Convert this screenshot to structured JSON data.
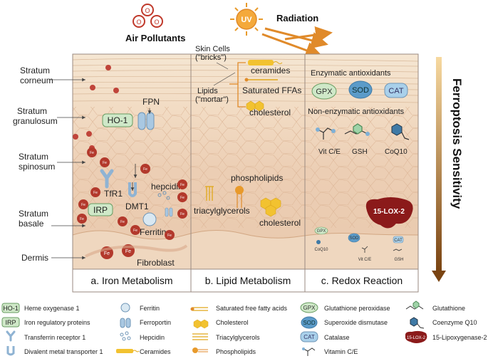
{
  "top": {
    "air_pollutants": "Air Pollutants",
    "o3_letter": "O",
    "uv": "UV",
    "radiation": "Radiation"
  },
  "layers": {
    "stratum_corneum": [
      "Stratum",
      "corneum"
    ],
    "stratum_granulosum": [
      "Stratum",
      "granulosum"
    ],
    "stratum_spinosum": [
      "Stratum",
      "spinosum"
    ],
    "stratum_basale": [
      "Stratum",
      "basale"
    ],
    "dermis": "Dermis"
  },
  "iron": {
    "fpn": "FPN",
    "ho1": "HO-1",
    "fe": "Fe",
    "tfr1": "TfR1",
    "irp": "IRP",
    "dmt1": "DMT1",
    "hepcidin": "hepcidin",
    "ferritin": "Ferritin",
    "fibroblast": "Fibroblast"
  },
  "lipid": {
    "skin_cells": [
      "Skin Cells",
      "(\"bricks\")"
    ],
    "lipids": [
      "Lipids",
      "(\"mortar\")"
    ],
    "ceramides": "ceramides",
    "saturated_ffas": "Saturated FFAs",
    "cholesterol": "cholesterol",
    "phospholipids": "phospholipids",
    "triacylglycerols": "triacylglycerols",
    "cholesterol2": "cholesterol"
  },
  "redox": {
    "enzymatic": "Enzymatic antioxidants",
    "gpx": "GPX",
    "sod": "SOD",
    "cat": "CAT",
    "non_enzymatic": "Non-enzymatic antioxidants",
    "vitce": "Vit C/E",
    "gsh": "GSH",
    "coq10": "CoQ10",
    "lox": "15-LOX-2",
    "small_gpx": "GPX",
    "small_sod": "SOD",
    "small_cat": "CAT",
    "small_coq10": "CoQ10",
    "small_vitce": "Vit C/E",
    "small_gsh": "GSH"
  },
  "sensitivity": "Ferroptosis Sensitivity",
  "panels": {
    "a": "a. Iron Metabolism",
    "b": "b. Lipid Metabolism",
    "c": "c. Redox Reaction"
  },
  "legend": {
    "col1": [
      {
        "abbr": "HO-1",
        "text": "Heme oxygenase 1"
      },
      {
        "abbr": "IRP",
        "text": "Iron regulatory proteins"
      },
      {
        "abbr": "",
        "text": "Transferrin receptor 1"
      },
      {
        "abbr": "",
        "text": "Divalent metal transporter 1"
      }
    ],
    "col2": [
      "Ferritin",
      "Ferroportin",
      "Hepcidin",
      "Ceramides"
    ],
    "col3": [
      "Saturated free fatty acids",
      "Cholesterol",
      "Triacylglycerols",
      "Phospholipids"
    ],
    "col4": [
      {
        "abbr": "GPX",
        "text": "Glutathione peroxidase"
      },
      {
        "abbr": "SOD",
        "text": "Superoxide dismutase"
      },
      {
        "abbr": "CAT",
        "text": "Catalase"
      },
      {
        "abbr": "",
        "text": "Vitamin C/E"
      }
    ],
    "col5": [
      {
        "abbr": "",
        "text": "Glutathione"
      },
      {
        "abbr": "",
        "text": "Coenzyme Q10"
      },
      {
        "abbr": "15-LOX-2",
        "text": "15-Lipoxygenase-2"
      }
    ]
  },
  "colors": {
    "corneum": "#f4e4cf",
    "granulosum": "#f1dcc3",
    "spinosum": "#ecd0b6",
    "dermis": "#efd9c2",
    "fe_red": "#b3392c",
    "green_box": "#cfe8c8",
    "blue_protein": "#9fc3e0",
    "lipid_yellow": "#f2c230",
    "lox_red": "#8b1a1a",
    "arrow_orange": "#e08a2a"
  }
}
